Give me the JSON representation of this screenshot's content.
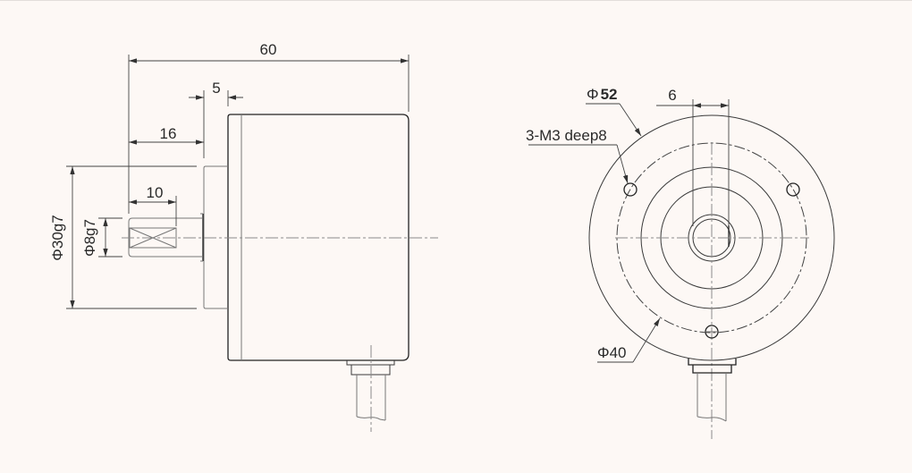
{
  "drawing": {
    "title": "Rotary encoder dimension drawing",
    "units": "mm",
    "background_color": "#fdf8f5",
    "line_color": "#3a3a3a"
  },
  "side_view": {
    "dim_total_length": "60",
    "dim_flange_thickness": "5",
    "dim_shaft_to_body": "16",
    "dim_shaft_length": "10",
    "dim_flange_diameter": "Φ30g7",
    "dim_shaft_diameter": "Φ8g7"
  },
  "front_view": {
    "dim_outer_diameter": "Φ",
    "dim_outer_diameter_value": "52",
    "dim_shaft_flat": "6",
    "dim_mount_holes": "3-M3 deep8",
    "dim_bolt_circle": "Φ40"
  }
}
